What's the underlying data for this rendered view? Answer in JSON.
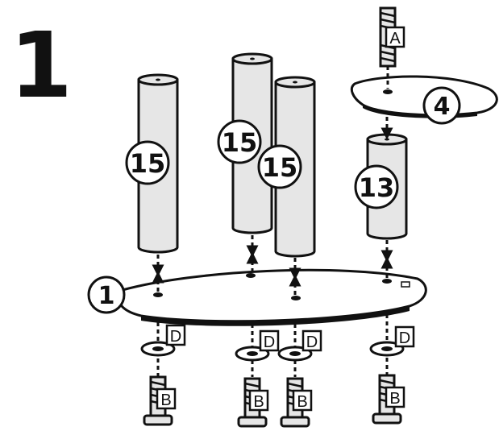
{
  "step_number": "1",
  "parts": {
    "base_plate": "1",
    "top_plate": "4",
    "post_tall": "15",
    "post_short": "13"
  },
  "hardware": {
    "screw_top": "A",
    "screw_bottom": "B",
    "washer": "D"
  },
  "colors": {
    "ink": "#111111",
    "fill": "#e6e6e6",
    "paper": "#ffffff"
  }
}
